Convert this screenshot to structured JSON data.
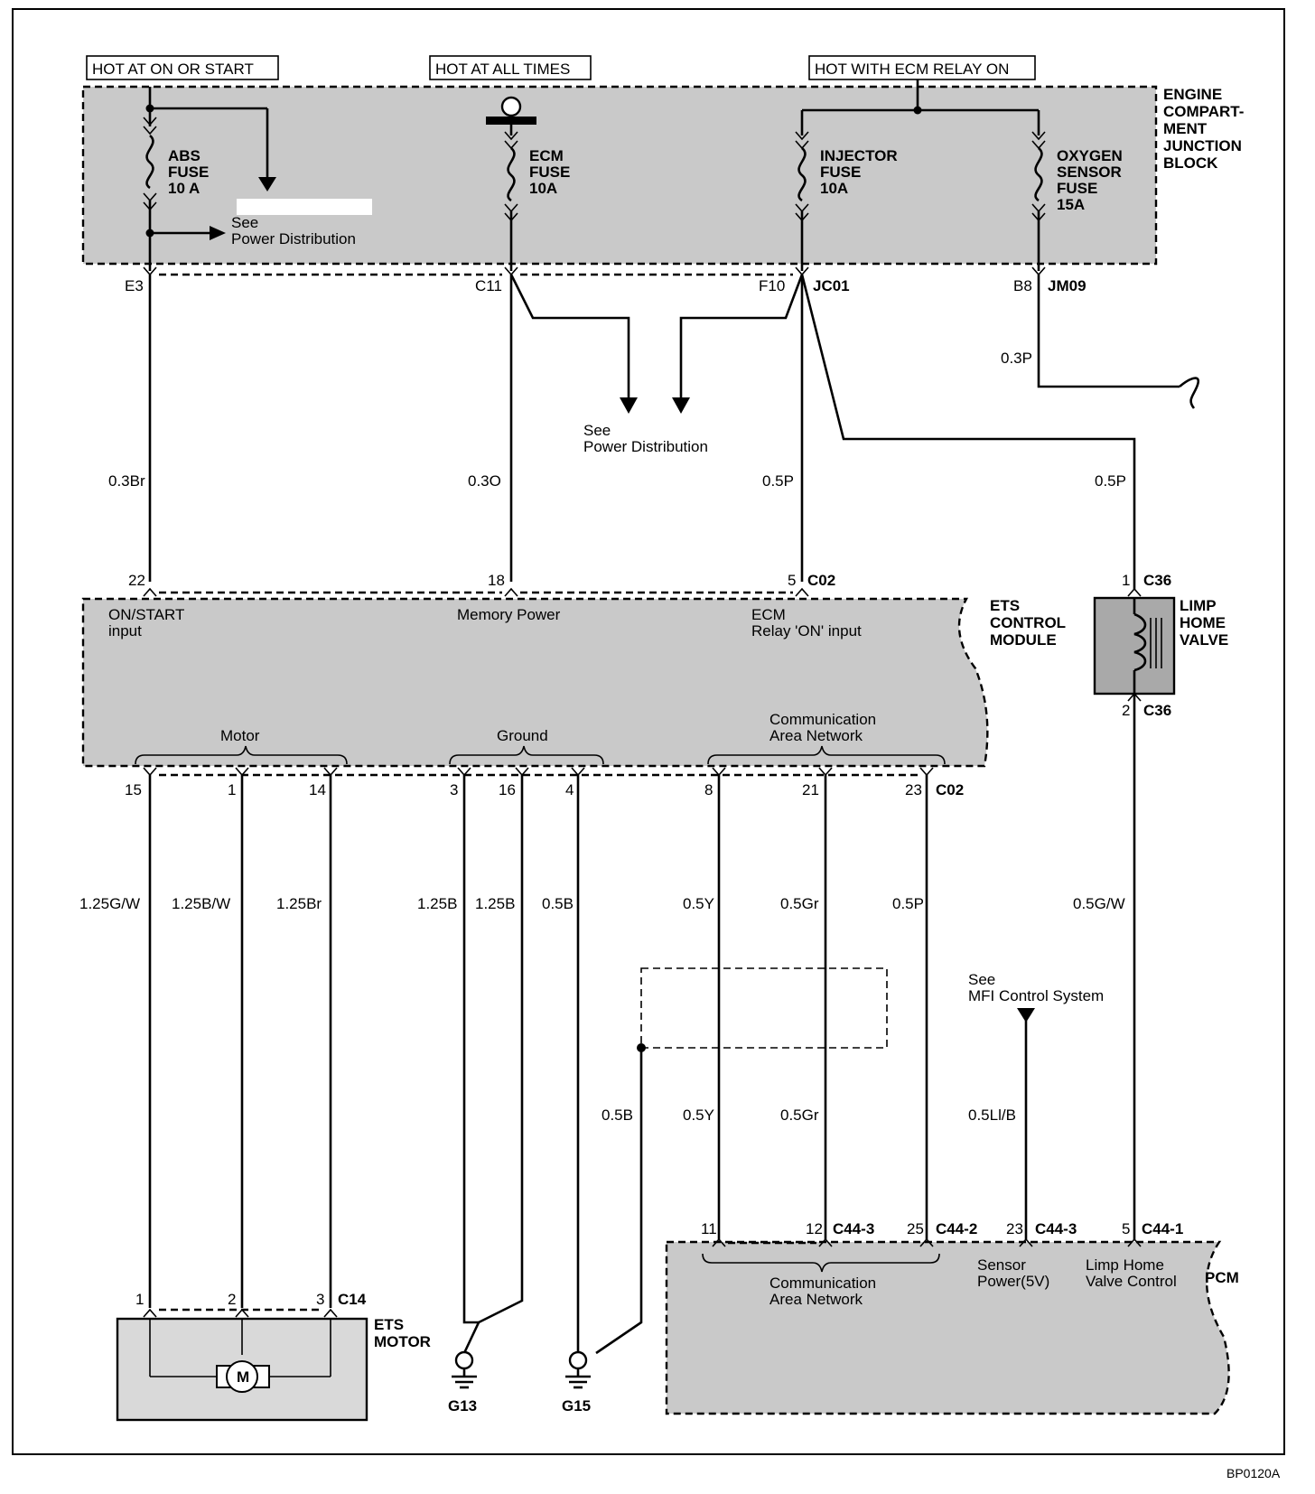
{
  "hot_labels": {
    "on_start": "HOT AT ON OR START",
    "all_times": "HOT AT ALL TIMES",
    "ecm_relay": "HOT WITH ECM RELAY ON"
  },
  "junction_block": {
    "line1": "ENGINE",
    "line2": "COMPART-",
    "line3": "MENT",
    "line4": "JUNCTION",
    "line5": "BLOCK"
  },
  "fuses": {
    "abs": {
      "l1": "ABS",
      "l2": "FUSE",
      "l3": "10 A"
    },
    "ecm": {
      "l1": "ECM",
      "l2": "FUSE",
      "l3": "10A"
    },
    "injector": {
      "l1": "INJECTOR",
      "l2": "FUSE",
      "l3": "10A"
    },
    "oxygen": {
      "l1": "OXYGEN",
      "l2": "SENSOR",
      "l3": "FUSE",
      "l4": "15A"
    }
  },
  "see_power_1": {
    "l1": "See",
    "l2": "Power Distribution"
  },
  "see_power_2": {
    "l1": "See",
    "l2": "Power Distribution"
  },
  "see_mfi": {
    "l1": "See",
    "l2": "MFI Control System"
  },
  "jb_pins": {
    "e3": "E3",
    "c11": "C11",
    "f10": "F10",
    "jc01": "JC01",
    "b8": "B8",
    "jm09": "JM09"
  },
  "wires": {
    "w_03p": "0.3P",
    "w_03br": "0.3Br",
    "w_03o": "0.3O",
    "w_05p_a": "0.5P",
    "w_05p_b": "0.5P",
    "w_125gw": "1.25G/W",
    "w_125bw": "1.25B/W",
    "w_125br": "1.25Br",
    "w_125b_a": "1.25B",
    "w_125b_b": "1.25B",
    "w_05b_a": "0.5B",
    "w_05y_a": "0.5Y",
    "w_05gr_a": "0.5Gr",
    "w_05p_c": "0.5P",
    "w_05gw": "0.5G/W",
    "w_05b_b": "0.5B",
    "w_05y_b": "0.5Y",
    "w_05gr_b": "0.5Gr",
    "w_05lib": "0.5Ll/B"
  },
  "ets_module": {
    "name": {
      "l1": "ETS",
      "l2": "CONTROL",
      "l3": "MODULE"
    },
    "top_pins": {
      "p22": "22",
      "p18": "18",
      "p5": "5",
      "c02": "C02"
    },
    "on_start": {
      "l1": "ON/START",
      "l2": "input"
    },
    "memory_power": "Memory Power",
    "ecm_relay": {
      "l1": "ECM",
      "l2": "Relay 'ON' input"
    },
    "motor": "Motor",
    "ground": "Ground",
    "can": {
      "l1": "Communication",
      "l2": "Area Network"
    },
    "bottom_pins": {
      "p15": "15",
      "p1": "1",
      "p14": "14",
      "p3": "3",
      "p16": "16",
      "p4": "4",
      "p8": "8",
      "p21": "21",
      "p23": "23",
      "c02": "C02"
    }
  },
  "limp_valve": {
    "name": {
      "l1": "LIMP",
      "l2": "HOME",
      "l3": "VALVE"
    },
    "pin1": "1",
    "pin2": "2",
    "conn_top": "C36",
    "conn_bot": "C36"
  },
  "ets_motor": {
    "name": {
      "l1": "ETS",
      "l2": "MOTOR"
    },
    "pins": {
      "p1": "1",
      "p2": "2",
      "p3": "3",
      "conn": "C14"
    },
    "symbol": "M"
  },
  "grounds": {
    "g13": "G13",
    "g15": "G15"
  },
  "pcm": {
    "name": "PCM",
    "pins": {
      "p11": "11",
      "p12": "12",
      "c443_a": "C44-3",
      "p25": "25",
      "c442": "C44-2",
      "p23": "23",
      "c443_b": "C44-3",
      "p5": "5",
      "c441": "C44-1"
    },
    "can": {
      "l1": "Communication",
      "l2": "Area Network"
    },
    "sensor": {
      "l1": "Sensor",
      "l2": "Power(5V)"
    },
    "limp": {
      "l1": "Limp Home",
      "l2": "Valve Control"
    }
  },
  "figure_code": "BP0120A"
}
